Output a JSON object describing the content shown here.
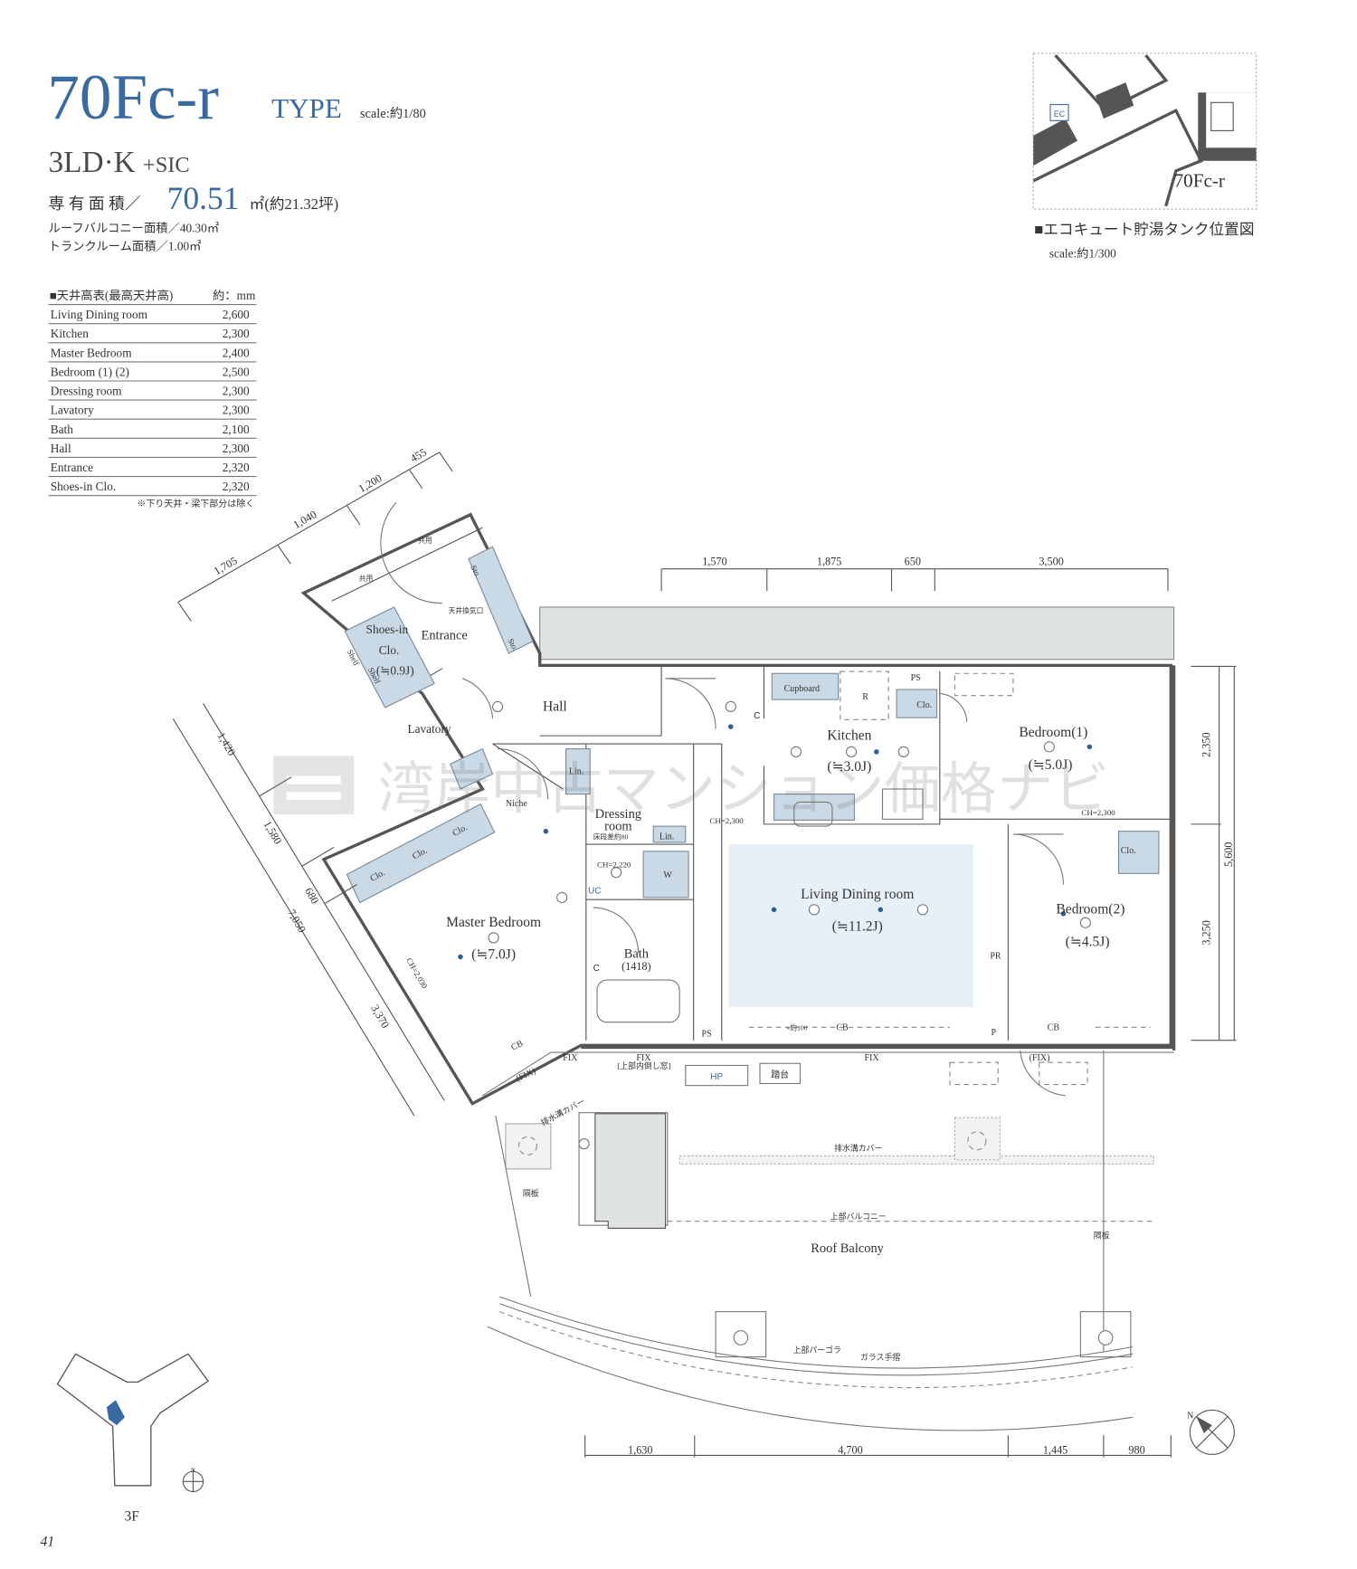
{
  "header": {
    "type_code": "70Fc-r",
    "type_word": "TYPE",
    "scale": "scale:約1/80",
    "layout_main": "3LD·K",
    "layout_suffix": "+SIC",
    "area_label": "専 有 面 積／",
    "area_value": "70.51",
    "area_unit": "㎡(約21.32坪)",
    "roof_balcony_area": "ルーフバルコニー面積／40.30㎡",
    "trunk_room_area": "トランクルーム面積／1.00㎡"
  },
  "ceiling_table": {
    "title": "■天井高表(最高天井高)",
    "unit": "約：mm",
    "rows": [
      {
        "room": "Living Dining room",
        "value": "2,600"
      },
      {
        "room": "Kitchen",
        "value": "2,300"
      },
      {
        "room": "Master Bedroom",
        "value": "2,400"
      },
      {
        "room": "Bedroom (1) (2)",
        "value": "2,500"
      },
      {
        "room": "Dressing room",
        "value": "2,300"
      },
      {
        "room": "Lavatory",
        "value": "2,300"
      },
      {
        "room": "Bath",
        "value": "2,100"
      },
      {
        "room": "Hall",
        "value": "2,300"
      },
      {
        "room": "Entrance",
        "value": "2,320"
      },
      {
        "room": "Shoes-in Clo.",
        "value": "2,320"
      }
    ],
    "note": "※下り天井・梁下部分は除く"
  },
  "ecocute_map": {
    "unit_label": "70Fc-r",
    "ec_label": "EC",
    "legend": "■エコキュート貯湯タンク位置図",
    "scale": "scale:約1/300"
  },
  "rooms": {
    "hall": "Hall",
    "kitchen": "Kitchen",
    "kitchen_size": "(≒3.0J)",
    "bedroom1": "Bedroom(1)",
    "bedroom1_size": "(≒5.0J)",
    "living": "Living Dining room",
    "living_size": "(≒11.2J)",
    "bedroom2": "Bedroom(2)",
    "bedroom2_size": "(≒4.5J)",
    "dressing1": "Dressing",
    "dressing2": "room",
    "bath": "Bath",
    "bath_size": "(1418)",
    "master": "Master Bedroom",
    "master_size": "(≒7.0J)",
    "lavatory": "Lavatory",
    "shoes1": "Shoes-in",
    "shoes2": "Clo.",
    "shoes_size": "(≒0.9J)",
    "entrance": "Entrance",
    "roof_balcony": "Roof Balcony"
  },
  "labels": {
    "cupboard": "Cupboard",
    "clo": "Clo.",
    "ps": "PS",
    "r": "R",
    "lin": "Lin.",
    "w": "W",
    "uc": "UC",
    "c": "C",
    "ch2300": "CH=2,300",
    "ch2220": "CH=2,220",
    "ch2030": "CH=2,030",
    "niche": "Niche",
    "shelf": "Shelf",
    "sto": "Sto.",
    "pr": "PR",
    "p": "P",
    "cb": "CB",
    "fix": "FIX",
    "fix_paren": "(FIX)",
    "step80": "床段差約80",
    "plus100": "+約100",
    "kyoyo": "共用",
    "vent": "天井換気口",
    "hp": "HP",
    "step_stool": "踏台",
    "upper_window": "[上部内倒し窓]",
    "drain_cover": "排水溝カバー",
    "upper_balcony": "上部バルコニー",
    "pergola": "上部パーゴラ",
    "glass_rail": "ガラス手摺",
    "partition": "隔板"
  },
  "dimensions": {
    "top": [
      "1,570",
      "1,875",
      "650",
      "3,500"
    ],
    "right": [
      "2,350",
      "3,250",
      "5,600"
    ],
    "bottom": [
      "1,630",
      "4,700",
      "1,445",
      "980"
    ],
    "upper_left": [
      "1,705",
      "1,040",
      "1,200",
      "455"
    ],
    "left": [
      "1,420",
      "1,580",
      "680",
      "7,050",
      "3,370"
    ]
  },
  "key_plan": {
    "floor": "3F",
    "north": "N"
  },
  "compass": {
    "north": "N"
  },
  "watermark": "湾岸中古マンション価格ナビ",
  "page_number": "41",
  "colors": {
    "accent": "#3b6aa0",
    "closet_fill": "#c9d9e6",
    "living_fill": "#e8f0f7"
  }
}
